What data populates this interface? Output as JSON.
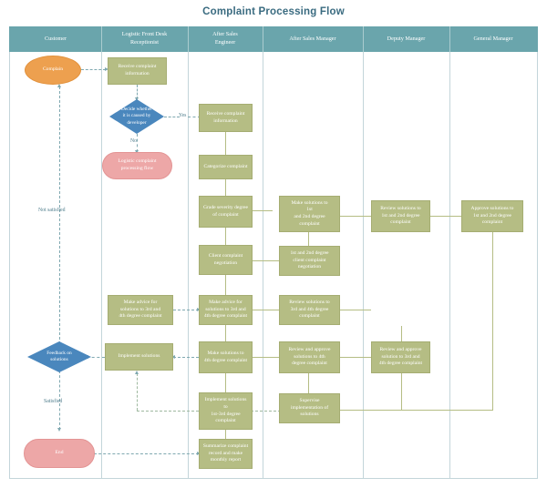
{
  "title": "Complaint Processing Flow",
  "theme": {
    "header_teal": "#6aa5ac",
    "process_olive": "#b5bd84",
    "decision_blue": "#4a87bd",
    "start_orange": "#eda04f",
    "terminal_pink": "#eda7a7",
    "frame_border": "#c3d5da",
    "title_color": "#3a6b80",
    "edge_label_color": "#4f7d8c"
  },
  "lanes": [
    {
      "id": "customer",
      "label": "Customer"
    },
    {
      "id": "receptionist",
      "label": "Logistic Front Desk\nReceptionist"
    },
    {
      "id": "engineer",
      "label": "After Sales\nEngineer"
    },
    {
      "id": "asmanager",
      "label": "After Sales Manager"
    },
    {
      "id": "deputy",
      "label": "Deputy Manager"
    },
    {
      "id": "general",
      "label": "General Manager"
    }
  ],
  "lane_labels": {
    "customer": "Customer",
    "receptionist_l1": "Logistic Front Desk",
    "receptionist_l2": "Receptionist",
    "engineer_l1": "After Sales",
    "engineer_l2": "Engineer",
    "asmanager": "After Sales Manager",
    "deputy": "Deputy Manager",
    "general": "General Manager"
  },
  "nodes": {
    "complain": {
      "label": "Complain",
      "shape": "ellipse",
      "lane": "customer"
    },
    "feedback": {
      "label": "Feedback on\nsolutions",
      "shape": "diamond",
      "lane": "customer"
    },
    "end": {
      "label": "End",
      "shape": "rounded",
      "lane": "customer"
    },
    "receive_info_rec": {
      "label": "Receive complaint\ninformation",
      "shape": "box",
      "lane": "receptionist"
    },
    "decide_dev": {
      "label": "Decide whether\nit is caused by\ndeveloper",
      "shape": "diamond",
      "lane": "receptionist"
    },
    "logistic_flow": {
      "label": "Logistic complaint\nprocessing flow",
      "shape": "rounded",
      "lane": "receptionist"
    },
    "advice_rec": {
      "label": "Make advice for\nsolutions to 3rd and\n4th degree complaint",
      "shape": "box",
      "lane": "receptionist"
    },
    "implement_rec": {
      "label": "Implement solutions",
      "shape": "box",
      "lane": "receptionist"
    },
    "receive_info_eng": {
      "label": "Receive complaint\ninformation",
      "shape": "box",
      "lane": "engineer"
    },
    "categorize": {
      "label": "Categorize complaint",
      "shape": "box",
      "lane": "engineer"
    },
    "grade": {
      "label": "Grade severity degree\nof complaint",
      "shape": "box",
      "lane": "engineer"
    },
    "client_negotiation": {
      "label": "Client complaint\nnegotiation",
      "shape": "box",
      "lane": "engineer"
    },
    "advice_eng": {
      "label": "Make advice for\nsolutions to 3rd and\n4th degree complaint",
      "shape": "box",
      "lane": "engineer"
    },
    "solutions_4th": {
      "label": "Make solutions to\n4th degree complaint",
      "shape": "box",
      "lane": "engineer"
    },
    "implement_13": {
      "label": "Implement solutions\nto\n1st-3rd degree\ncomplaint",
      "shape": "box",
      "lane": "engineer"
    },
    "summarize": {
      "label": "Summarize complaint\nrecord and make\nmonthly report",
      "shape": "box",
      "lane": "engineer"
    },
    "solutions_12": {
      "label": "Make solutions to\n1st\nand 2nd degree\ncomplaint",
      "shape": "box",
      "lane": "asmanager"
    },
    "negotiation_12": {
      "label": "1st and 2nd degree\nclient complaint\nnegotiation",
      "shape": "box",
      "lane": "asmanager"
    },
    "review_34": {
      "label": "Review solutions to\n3rd and 4th degree\ncomplaint",
      "shape": "box",
      "lane": "asmanager"
    },
    "review_approve_4": {
      "label": "Review and approve\nsolutions to 4th\ndegree complaint",
      "shape": "box",
      "lane": "asmanager"
    },
    "supervise": {
      "label": "Supervise\nimplementation of\nsolutions",
      "shape": "box",
      "lane": "asmanager"
    },
    "review_12_dep": {
      "label": "Review solutions to\n1st and 2nd degree\ncomplaint",
      "shape": "box",
      "lane": "deputy"
    },
    "review_approve_34": {
      "label": "Review and approve\nsolution to 3rd and\n4th degree complaint",
      "shape": "box",
      "lane": "deputy"
    },
    "approve_12_gen": {
      "label": "Approve solutions to\n1st and 2nd degree\ncomplaint",
      "shape": "box",
      "lane": "general"
    }
  },
  "edge_labels": {
    "yes": "Yes",
    "no": "No",
    "not_satisfied": "Not satisfied",
    "satisfied": "Satisfied"
  }
}
